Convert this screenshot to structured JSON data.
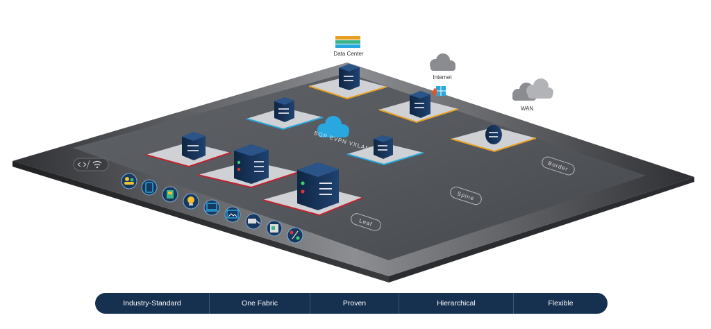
{
  "labels": {
    "data_center": "Data Center",
    "internet": "Internet",
    "wan": "WAN",
    "overlay": "BGP EVPN VXLAN"
  },
  "tiers": {
    "border": "Border",
    "spine": "Spine",
    "leaf": "Leaf"
  },
  "icons": {
    "left_panel": [
      "wired-wireless-icon"
    ],
    "endpoints": [
      "users-icon",
      "tablet-icon",
      "iot-device-icon",
      "light-bulb-icon",
      "laptop-icon",
      "display-icon",
      "camera-icon",
      "id-badge-icon",
      "traffic-light-icon"
    ]
  },
  "features": [
    {
      "label": "Industry-Standard"
    },
    {
      "label": "One Fabric"
    },
    {
      "label": "Proven"
    },
    {
      "label": "Hierarchical"
    },
    {
      "label": "Flexible"
    }
  ],
  "colors": {
    "platform_top": "#575a60",
    "platform_edge": "#2a2b2e",
    "device": "#163356",
    "cloud_blue": "#29a8e0",
    "cloud_gray": "#8a8c90",
    "pad_red": "#c0222e",
    "pad_blue": "#2aa7d9",
    "pad_orange": "#e8a023",
    "bar": "#16304f"
  }
}
